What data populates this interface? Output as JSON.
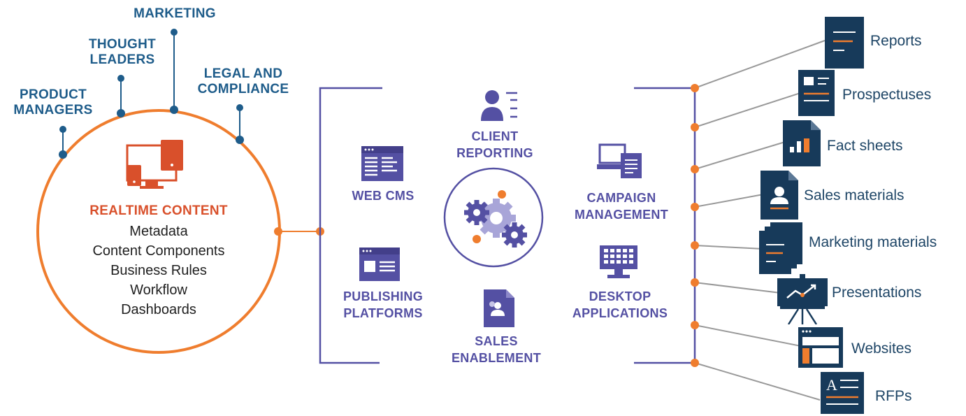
{
  "stakeholders": [
    {
      "key": "marketing",
      "label": "MARKETING"
    },
    {
      "key": "thought_leaders",
      "label": "THOUGHT\nLEADERS"
    },
    {
      "key": "legal",
      "label": "LEGAL AND\nCOMPLIANCE"
    },
    {
      "key": "product_managers",
      "label": "PRODUCT\nMANAGERS"
    }
  ],
  "core": {
    "title": "REALTIME CONTENT",
    "items": [
      "Metadata",
      "Content Components",
      "Business Rules",
      "Workflow",
      "Dashboards"
    ]
  },
  "channels": [
    {
      "key": "client_reporting",
      "label": "CLIENT\nREPORTING",
      "icon": "client-reporting-icon"
    },
    {
      "key": "web_cms",
      "label": "WEB CMS",
      "icon": "web-cms-icon"
    },
    {
      "key": "campaign_management",
      "label": "CAMPAIGN\nMANAGEMENT",
      "icon": "campaign-management-icon"
    },
    {
      "key": "publishing_platforms",
      "label": "PUBLISHING\nPLATFORMS",
      "icon": "publishing-platforms-icon"
    },
    {
      "key": "desktop_applications",
      "label": "DESKTOP\nAPPLICATIONS",
      "icon": "desktop-applications-icon"
    },
    {
      "key": "sales_enablement",
      "label": "SALES\nENABLEMENT",
      "icon": "sales-enablement-icon"
    }
  ],
  "hub_icon": "gears-icon",
  "outputs": [
    {
      "label": "Reports",
      "icon": "reports-icon"
    },
    {
      "label": "Prospectuses",
      "icon": "prospectuses-icon"
    },
    {
      "label": "Fact sheets",
      "icon": "fact-sheets-icon"
    },
    {
      "label": "Sales materials",
      "icon": "sales-materials-icon"
    },
    {
      "label": "Marketing materials",
      "icon": "marketing-materials-icon"
    },
    {
      "label": "Presentations",
      "icon": "presentations-icon"
    },
    {
      "label": "Websites",
      "icon": "websites-icon"
    },
    {
      "label": "RFPs",
      "icon": "rfps-icon"
    }
  ],
  "colors": {
    "orange": "#ef7d2e",
    "stakeholder_blue": "#1e5c8a",
    "channel_purple": "#5450a3",
    "navy": "#173a5a",
    "gray_wire": "#999999",
    "accent_red": "#d9502b"
  }
}
